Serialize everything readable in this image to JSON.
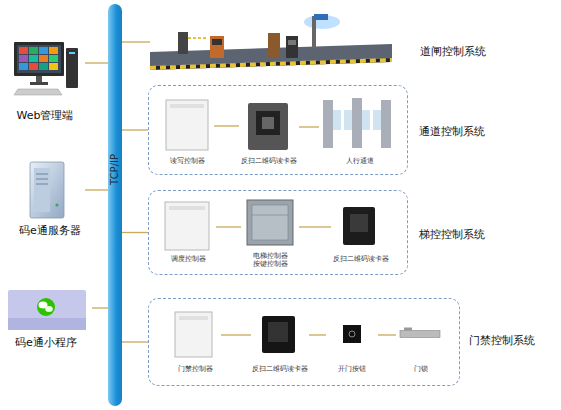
{
  "diagram": {
    "nodes": [
      {
        "text": [
          "Web管理端"
        ]
      },
      {
        "text": [
          "码e通服务器"
        ]
      },
      {
        "text": [
          "码e通小程序"
        ]
      },
      {
        "text": [
          "TCP/IP"
        ]
      },
      {
        "text": [
          "道闸控制系统"
        ]
      },
      {
        "text": [
          "通道控制系统"
        ]
      },
      {
        "text": [
          "读写控制器"
        ],
        "in": 5
      },
      {
        "text": [
          "反扫二维码读卡器"
        ],
        "in": 5
      },
      {
        "text": [
          "人行通道"
        ],
        "in": 5
      },
      {
        "text": [
          "梯控控制系统"
        ]
      },
      {
        "text": [
          "调度控制器"
        ],
        "in": 9
      },
      {
        "text": [
          "电梯控制器 按键控制器"
        ],
        "in": 9
      },
      {
        "text": [
          "反扫二维码读卡器"
        ],
        "in": 9
      },
      {
        "text": [
          "门禁控制系统"
        ]
      },
      {
        "text": [
          "门禁控制器"
        ],
        "in": 13
      },
      {
        "text": [
          "反扫二维码读卡器"
        ],
        "in": 13
      },
      {
        "text": [
          "开门按钮"
        ],
        "in": 13
      },
      {
        "text": [
          "门锁"
        ],
        "in": 13
      }
    ],
    "edges": [
      {
        "from": 0,
        "to": 3,
        "arrow": "none"
      },
      {
        "from": 1,
        "to": 3,
        "arrow": "none"
      },
      {
        "from": 2,
        "to": 3,
        "arrow": "none"
      },
      {
        "from": 3,
        "to": 4,
        "arrow": "none"
      },
      {
        "from": 3,
        "to": 5,
        "arrow": "none"
      },
      {
        "from": 3,
        "to": 9,
        "arrow": "none"
      },
      {
        "from": 3,
        "to": 13,
        "arrow": "none"
      },
      {
        "from": 6,
        "to": 7,
        "arrow": "none"
      },
      {
        "from": 7,
        "to": 8,
        "arrow": "none"
      },
      {
        "from": 10,
        "to": 11,
        "arrow": "none"
      },
      {
        "from": 11,
        "to": 12,
        "arrow": "none"
      },
      {
        "from": 14,
        "to": 15,
        "arrow": "none"
      },
      {
        "from": 15,
        "to": 16,
        "arrow": "none"
      },
      {
        "from": 16,
        "to": 17,
        "arrow": "none"
      }
    ]
  }
}
